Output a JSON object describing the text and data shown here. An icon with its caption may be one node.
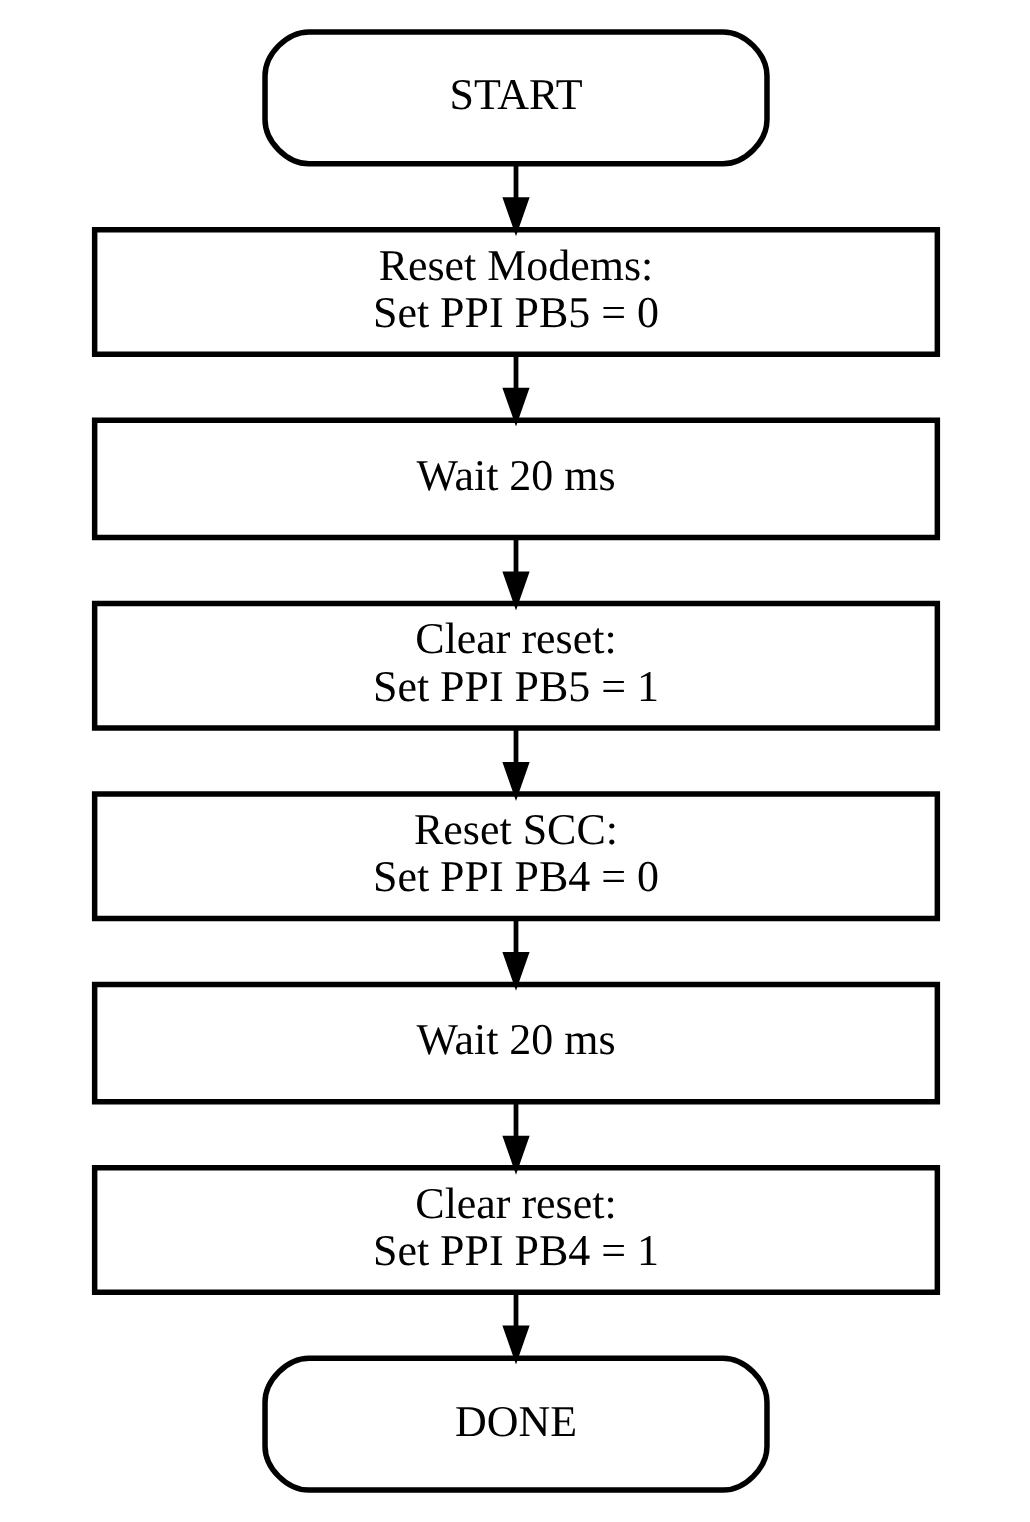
{
  "diagram": {
    "nodes": [
      {
        "text": [
          "START"
        ]
      },
      {
        "text": [
          "Reset Modems:",
          "Set PPI PB5 = 0"
        ]
      },
      {
        "text": [
          "Wait 20 ms"
        ]
      },
      {
        "text": [
          "Clear reset:",
          "Set PPI PB5 = 1"
        ]
      },
      {
        "text": [
          "Reset SCC:",
          "Set PPI PB4 = 0"
        ]
      },
      {
        "text": [
          "Wait 20 ms"
        ]
      },
      {
        "text": [
          "Clear reset:",
          "Set PPI PB4 = 1"
        ]
      },
      {
        "text": [
          "DONE"
        ]
      }
    ],
    "edges": [
      {
        "from": 0,
        "to": 1,
        "arrow": "to"
      },
      {
        "from": 1,
        "to": 2,
        "arrow": "to"
      },
      {
        "from": 2,
        "to": 3,
        "arrow": "to"
      },
      {
        "from": 3,
        "to": 4,
        "arrow": "to"
      },
      {
        "from": 4,
        "to": 5,
        "arrow": "to"
      },
      {
        "from": 5,
        "to": 6,
        "arrow": "to"
      },
      {
        "from": 6,
        "to": 7,
        "arrow": "to"
      }
    ]
  }
}
